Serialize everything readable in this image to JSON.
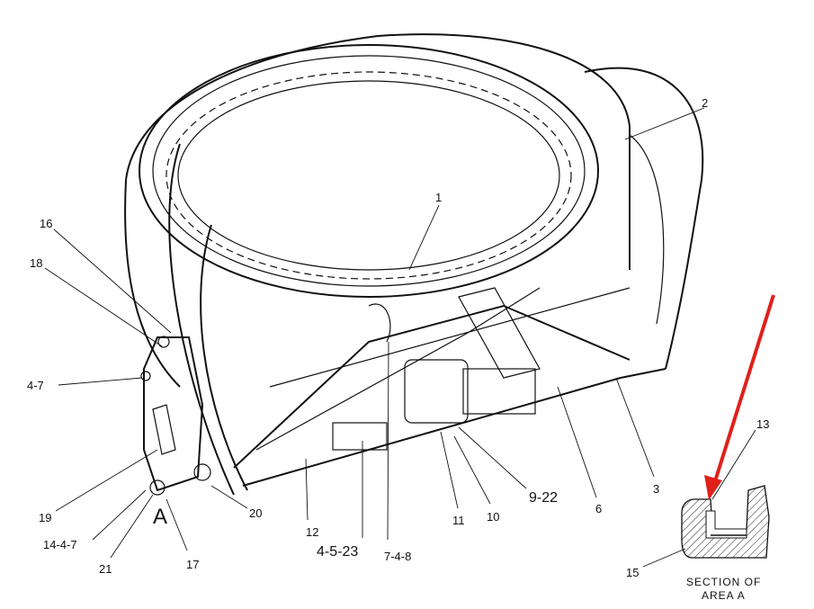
{
  "diagram": {
    "callouts": {
      "c1": "1",
      "c2": "2",
      "c3": "3",
      "c4_7": "4-7",
      "c4_5_23": "4-5-23",
      "c6": "6",
      "c7_4_8": "7-4-8",
      "c9_22": "9-22",
      "c10": "10",
      "c11": "11",
      "c12": "12",
      "c13": "13",
      "c14_4_7": "14-4-7",
      "c15": "15",
      "c16": "16",
      "c17": "17",
      "c18": "18",
      "c19": "19",
      "c20": "20",
      "c21": "21"
    },
    "area_marker": "A",
    "section_caption_line1": "SECTION OF",
    "section_caption_line2": "AREA A",
    "arrow_color": "#e0201b"
  }
}
